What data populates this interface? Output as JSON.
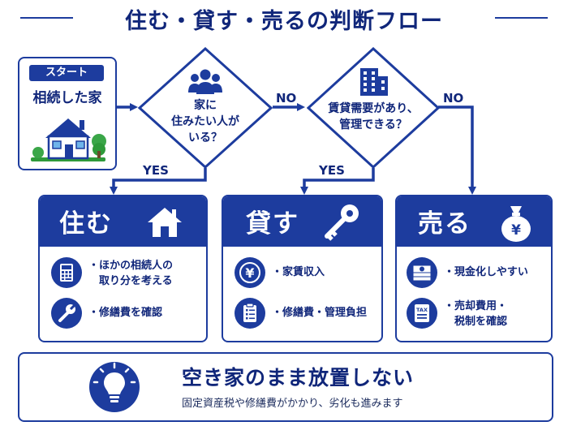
{
  "title": "住む・貸す・売るの判断フロー",
  "start": {
    "badge": "スタート",
    "label": "相続した家"
  },
  "decision1": {
    "line1": "家に",
    "line2": "住みたい人が",
    "line3": "いる？"
  },
  "decision2": {
    "line1": "賃貸需要があり、",
    "line2": "管理できる？"
  },
  "branches": {
    "yes": "YES",
    "no": "NO"
  },
  "cards": [
    {
      "title": "住む",
      "items": [
        {
          "text1": "・ほかの相続人の",
          "text2": "取り分を考える"
        },
        {
          "text1": "・修繕費を確認",
          "text2": ""
        }
      ]
    },
    {
      "title": "貸す",
      "items": [
        {
          "text1": "・家賃収入",
          "text2": ""
        },
        {
          "text1": "・修繕費・管理負担",
          "text2": ""
        }
      ]
    },
    {
      "title": "売る",
      "items": [
        {
          "text1": "・現金化しやすい",
          "text2": ""
        },
        {
          "text1": "・売却費用・",
          "text2": "税制を確認"
        }
      ]
    }
  ],
  "icons": {
    "yen_mark": "¥",
    "tax_label": "TAX"
  },
  "bottom": {
    "title": "空き家のまま放置しない",
    "subtitle": "固定資産税や修繕費がかかり、劣化も進みます"
  }
}
